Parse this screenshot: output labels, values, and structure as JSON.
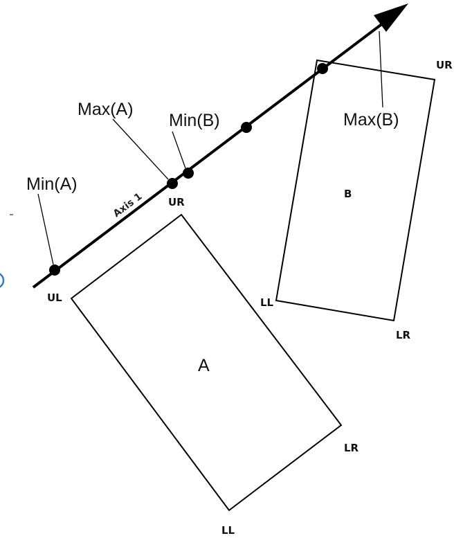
{
  "axis": {
    "label": "Axis 1"
  },
  "projections": [
    {
      "id": "min-a",
      "label": "Min(A)"
    },
    {
      "id": "max-a",
      "label": "Max(A)"
    },
    {
      "id": "min-b",
      "label": "Min(B)"
    },
    {
      "id": "max-b",
      "label": "Max(B)"
    }
  ],
  "rect_a": {
    "label": "A",
    "corners": {
      "ul": "UL",
      "ur": "UR",
      "lr": "LR",
      "ll": "LL"
    }
  },
  "rect_b": {
    "label": "B",
    "corners": {
      "ur": "UR",
      "lr": "LR",
      "ll": "LL"
    }
  },
  "colors": {
    "line": "#000000",
    "accent_circle": "#2a7fd4"
  }
}
